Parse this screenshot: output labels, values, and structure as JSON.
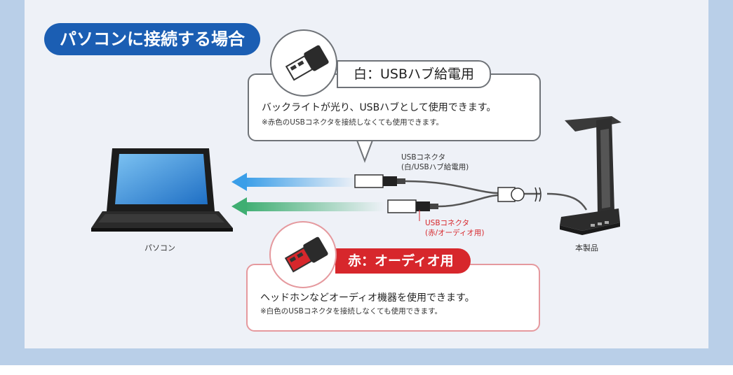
{
  "title": "パソコンに接続する場合",
  "white_connector": {
    "tag": "白：USBハブ給電用",
    "description": "バックライトが光り、USBハブとして使用できます。",
    "note": "※赤色のUSBコネクタを接続しなくても使用できます。",
    "cable_label_line1": "USBコネクタ",
    "cable_label_line2": "(白/USBハブ給電用)"
  },
  "red_connector": {
    "tag": "赤：オーディオ用",
    "description": "ヘッドホンなどオーディオ機器を使用できます。",
    "note": "※白色のUSBコネクタを接続しなくても使用できます。",
    "cable_label_line1": "USBコネクタ",
    "cable_label_line2": "(赤/オーディオ用)"
  },
  "laptop_label": "パソコン",
  "product_label": "本製品",
  "colors": {
    "title_bg": "#1b5eb3",
    "red_accent": "#d7272c",
    "arrow_blue": "#3a9ee8",
    "arrow_green": "#3fae72"
  }
}
